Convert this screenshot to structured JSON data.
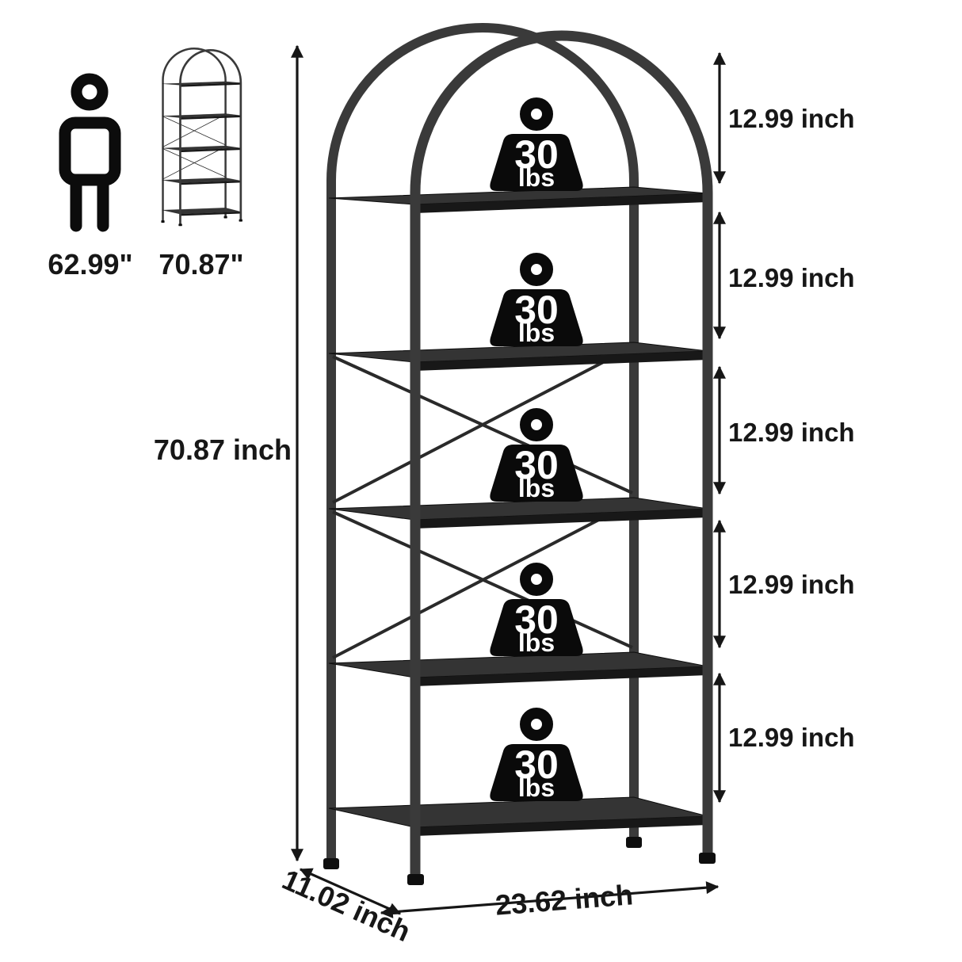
{
  "size_reference": {
    "person_height_label": "62.99\"",
    "rack_height_label": "70.87\""
  },
  "dimensions": {
    "total_height_label": "70.87 inch",
    "depth_label": "11.02 inch",
    "width_label": "23.62 inch",
    "shelf_spacing_labels": [
      "12.99 inch",
      "12.99 inch",
      "12.99 inch",
      "12.99 inch",
      "12.99 inch"
    ]
  },
  "shelves": [
    {
      "capacity_value": "30",
      "capacity_unit": "lbs"
    },
    {
      "capacity_value": "30",
      "capacity_unit": "lbs"
    },
    {
      "capacity_value": "30",
      "capacity_unit": "lbs"
    },
    {
      "capacity_value": "30",
      "capacity_unit": "lbs"
    },
    {
      "capacity_value": "30",
      "capacity_unit": "lbs"
    }
  ],
  "colors": {
    "background": "#ffffff",
    "ink": "#161616",
    "frame": "#3a3a3a",
    "shelf_top": "#343434",
    "shelf_edge": "#181818",
    "badge": "#0a0a0a"
  }
}
